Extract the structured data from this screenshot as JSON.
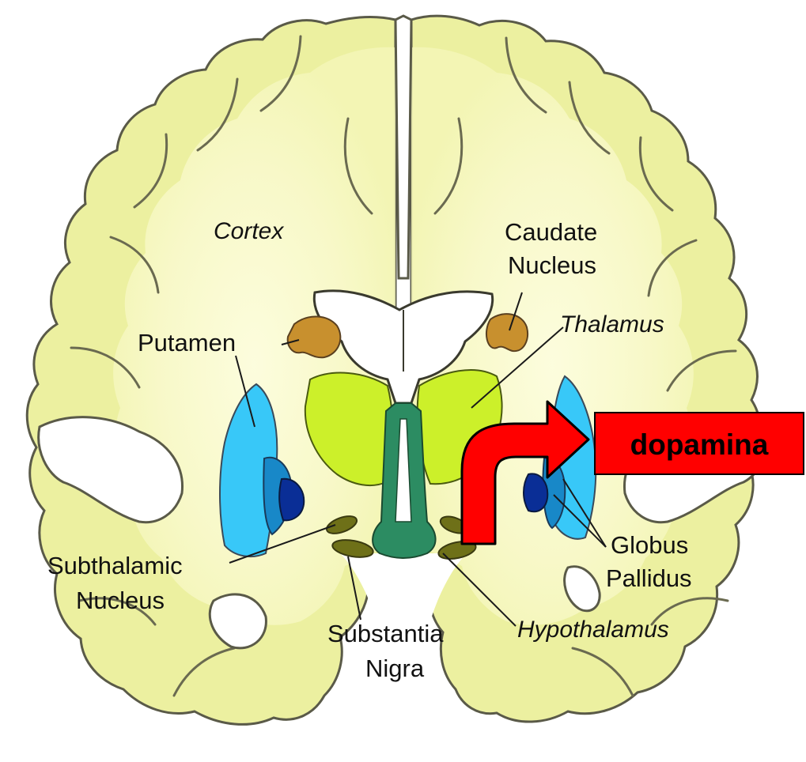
{
  "labels": {
    "cortex": "Cortex",
    "caudate_1": "Caudate",
    "caudate_2": "Nucleus",
    "thalamus": "Thalamus",
    "putamen": "Putamen",
    "globus_1": "Globus",
    "globus_2": "Pallidus",
    "subthalamic_1": "Subthalamic",
    "subthalamic_2": "Nucleus",
    "substantia_1": "Substantia",
    "substantia_2": "Nigra",
    "hypothalamus": "Hypothalamus"
  },
  "callout": {
    "text": "dopamina"
  },
  "colors": {
    "brain": "#ecf0a0",
    "brain_outline": "#5a5a48",
    "caudate": "#c8902e",
    "thalamus": "#ccf02a",
    "putamen": "#38c8f8",
    "globus_external": "#1888c8",
    "globus_internal": "#0a2e96",
    "substantia_nigra": "#6e7018",
    "brainstem": "#2c8c62",
    "ventricle": "#ffffff",
    "arrow": "#ff0000",
    "callout_box": "#ff0000"
  }
}
